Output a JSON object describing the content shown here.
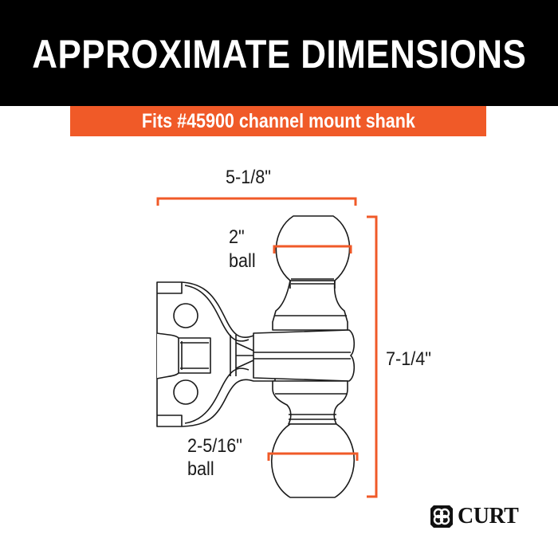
{
  "header": {
    "title": "APPROXIMATE DIMENSIONS",
    "background": "#000000"
  },
  "subheader": {
    "text": "Fits #45900 channel mount shank",
    "background": "#f05a28"
  },
  "dimensions": {
    "width": "5-1/8\"",
    "height": "7-1/4\"",
    "top_ball_size": "2\"",
    "top_ball_word": "ball",
    "bottom_ball_size": "2-5/16\"",
    "bottom_ball_word": "ball",
    "line_color": "#f05a28"
  },
  "brand": {
    "name": "CURT",
    "icon": "curt-logo-icon"
  }
}
